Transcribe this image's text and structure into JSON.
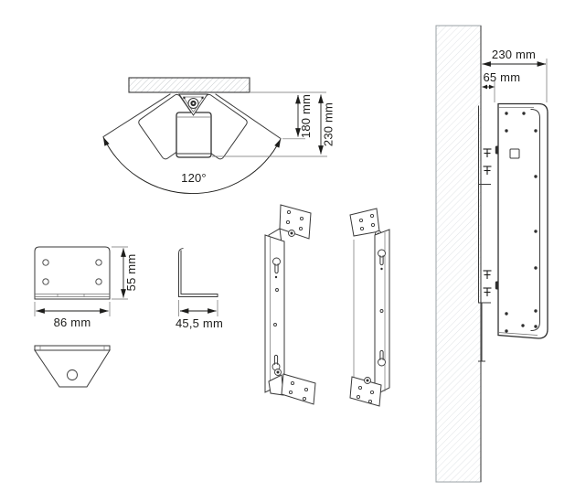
{
  "views": {
    "swivel_front": {
      "angle": "120°",
      "dim_inner": "180 mm",
      "dim_outer": "230 mm"
    },
    "bracket_plate": {
      "dim_width": "86 mm",
      "dim_height": "55 mm"
    },
    "bracket_angle": {
      "dim_width": "45,5 mm"
    },
    "wall_side": {
      "dim_width": "230 mm",
      "dim_offset": "65 mm"
    }
  },
  "colors": {
    "line": "#3a3a3a",
    "dimension_text": "#1d1d1b",
    "hatch_ceiling": "#c6cacd",
    "hatch_wall": "#dfe2e5",
    "background": "#ffffff"
  }
}
